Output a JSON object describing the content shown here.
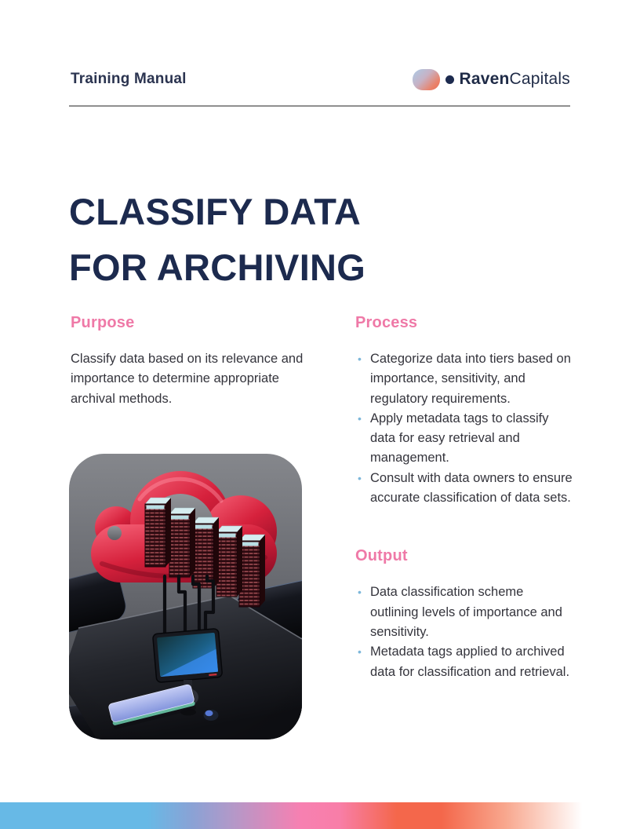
{
  "header": {
    "doc_type": "Training Manual",
    "brand": {
      "bold": "Raven",
      "light": "Capitals"
    }
  },
  "title": {
    "line1": "CLASSIFY DATA",
    "line2": "FOR ARCHIVING"
  },
  "purpose": {
    "heading": "Purpose",
    "body": "Classify data based on its relevance and importance to determine appropriate archival methods."
  },
  "process": {
    "heading": "Process",
    "bullets": [
      "Categorize data into tiers based on importance, sensitivity, and regulatory requirements.",
      "Apply metadata tags to classify data for easy retrieval and management.",
      "Consult with data owners to ensure accurate classification of data sets."
    ]
  },
  "output": {
    "heading": "Output",
    "bullets": [
      "Data classification scheme outlining levels of importance and sensitivity.",
      "Metadata tags applied to archived data for classification and retrieval."
    ]
  },
  "illustration": {
    "description": "3D render of a red cloud holding server racks, wired to a monitor with keyboard and mouse on dark glossy platforms"
  },
  "colors": {
    "navy": "#1c2a4e",
    "pink_heading": "#ef79a7",
    "body_text": "#34343c",
    "bullet_dot": "#7db7da",
    "divider": "#8f8f8f",
    "bar_gradient": [
      "#67b9e6",
      "#8aa2d5",
      "#b199c9",
      "#f780b1",
      "#f4674b",
      "#ffffff"
    ]
  }
}
